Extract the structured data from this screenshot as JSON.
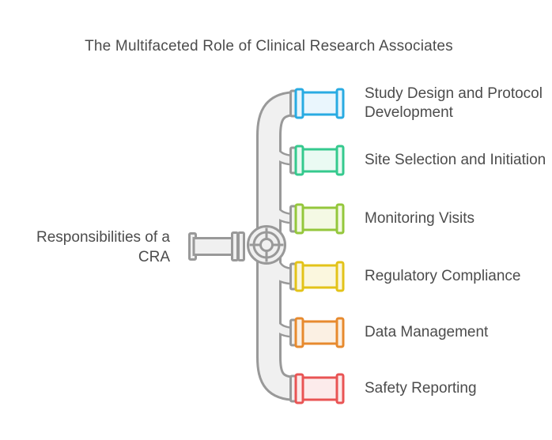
{
  "title": "The Multifaceted Role of Clinical Research Associates",
  "center": {
    "label": "Responsibilities of a CRA"
  },
  "items": [
    {
      "label": "Study Design and Protocol Development",
      "color": "#29ABE2",
      "fill": "#EAF6FD"
    },
    {
      "label": "Site Selection and Initiation",
      "color": "#35C98E",
      "fill": "#EAFAF3"
    },
    {
      "label": "Monitoring Visits",
      "color": "#94C73C",
      "fill": "#F4F9E4"
    },
    {
      "label": "Regulatory Compliance",
      "color": "#E3C319",
      "fill": "#FBF7DE"
    },
    {
      "label": "Data Management",
      "color": "#E78A2E",
      "fill": "#FBF0E3"
    },
    {
      "label": "Safety Reporting",
      "color": "#E95454",
      "fill": "#FCEBEB"
    }
  ],
  "icons": {
    "valve_wheel": "valve-wheel-icon",
    "pipe": "pipe-icon"
  },
  "colors": {
    "pipe_outline_gray": "#999999",
    "pipe_fill_gray": "#F0F0F0",
    "text": "#4C4C4C",
    "background": "#FFFFFF"
  }
}
